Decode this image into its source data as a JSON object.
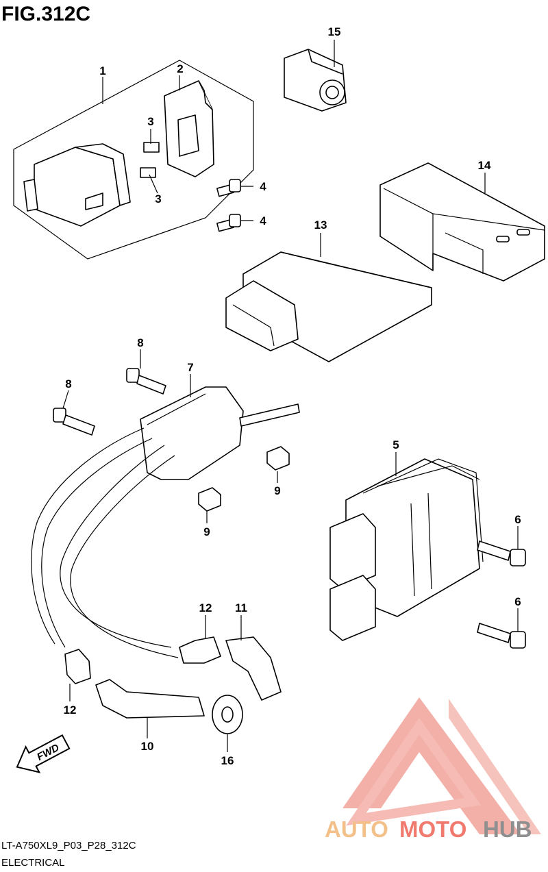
{
  "figure": {
    "title": "FIG.312C",
    "model_code": "LT-A750XL9_P03_P28_312C",
    "section": "ELECTRICAL"
  },
  "callouts": [
    "1",
    "2",
    "3",
    "3",
    "4",
    "4",
    "15",
    "14",
    "13",
    "8",
    "8",
    "7",
    "9",
    "9",
    "5",
    "6",
    "6",
    "12",
    "11",
    "12",
    "10",
    "16"
  ],
  "direction_marker": "FWD",
  "watermark": {
    "part1": "AUTO",
    "part2": "MOTO",
    "part3": "HUB",
    "colors": {
      "auto": "#f3c08a",
      "moto": "#f07a6e",
      "hub": "#8f8f8f"
    }
  }
}
